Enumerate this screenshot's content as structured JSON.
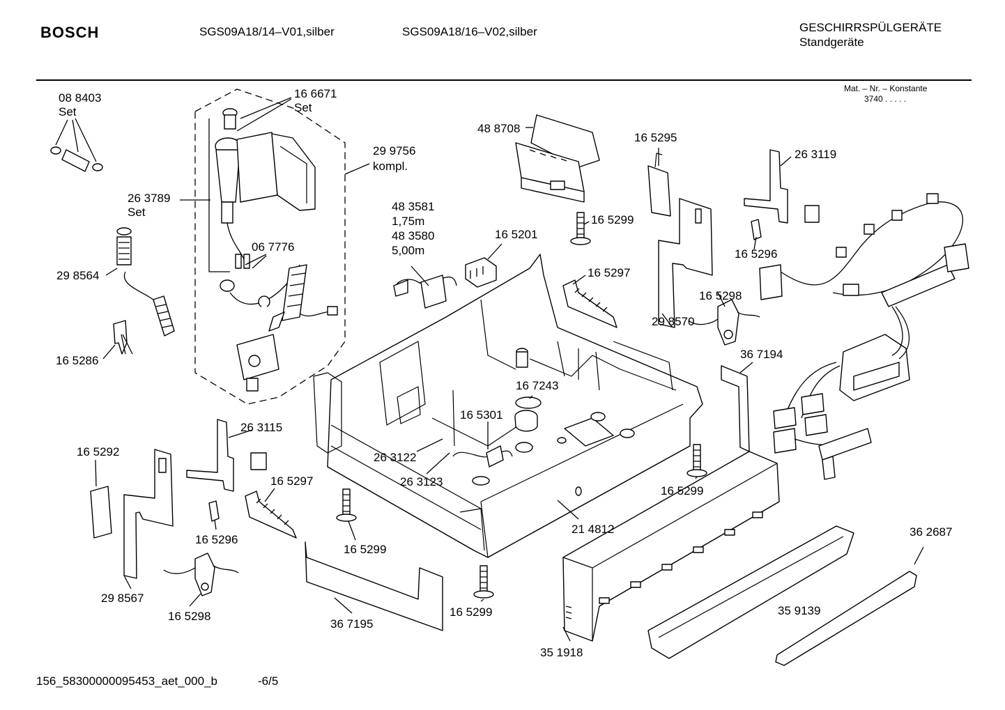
{
  "header": {
    "brand": "BOSCH",
    "model_1": "SGS09A18/14–V01,silber",
    "model_2": "SGS09A18/16–V02,silber",
    "category": "GESCHIRRSPÜLGERÄTE",
    "subcategory": "Standgeräte"
  },
  "material": {
    "label": "Mat. – Nr. – Konstante",
    "value": "3740  .   .   .   .  ."
  },
  "parts": [
    {
      "number": "08 8403",
      "note": "Set"
    },
    {
      "number": "16 6671",
      "note": "Set"
    },
    {
      "number": "29 9756",
      "note": "kompl."
    },
    {
      "number": "26 3789",
      "note": "Set"
    },
    {
      "number": "29 8564"
    },
    {
      "number": "06 7776"
    },
    {
      "number": "16 5286"
    },
    {
      "number": "48 8708"
    },
    {
      "number": "48 3581",
      "note": "1,75m"
    },
    {
      "number": "48 3580",
      "note": "5,00m"
    },
    {
      "number": "16 5201"
    },
    {
      "number": "16 5299"
    },
    {
      "number": "16 5295"
    },
    {
      "number": "26 3119"
    },
    {
      "number": "16 5296"
    },
    {
      "number": "16 5297"
    },
    {
      "number": "16 5298"
    },
    {
      "number": "29 8570"
    },
    {
      "number": "36 7194"
    },
    {
      "number": "16 7243"
    },
    {
      "number": "16 5301"
    },
    {
      "number": "26 3115"
    },
    {
      "number": "16 5292"
    },
    {
      "number": "26 3122"
    },
    {
      "number": "26 3123"
    },
    {
      "number": "16 5299"
    },
    {
      "number": "16 5297"
    },
    {
      "number": "16 5296"
    },
    {
      "number": "16 5299"
    },
    {
      "number": "29 8567"
    },
    {
      "number": "16 5298"
    },
    {
      "number": "21 4812"
    },
    {
      "number": "36 7195"
    },
    {
      "number": "16 5299"
    },
    {
      "number": "36 2687"
    },
    {
      "number": "35 9139"
    },
    {
      "number": "35 1918"
    }
  ],
  "footer": {
    "drawing_code": "156_58300000095453_aet_000_b",
    "page": "-6/5"
  }
}
